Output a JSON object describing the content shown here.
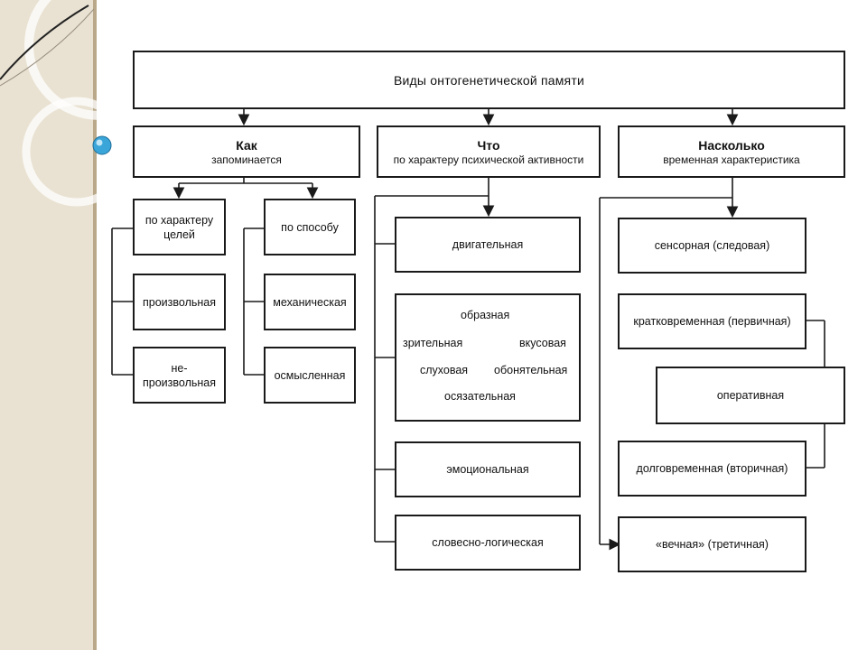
{
  "title": "Виды онтогенетической памяти",
  "columns": {
    "how": {
      "title": "Как",
      "subtitle": "запоминается"
    },
    "what": {
      "title": "Что",
      "subtitle": "по характеру психической активности"
    },
    "duration": {
      "title": "Насколько",
      "subtitle": "временная характеристика"
    }
  },
  "how_by_goals": {
    "header": "по характеру\nцелей",
    "items": [
      "произвольная",
      "не-\nпроизвольная"
    ]
  },
  "how_by_method": {
    "header": "по способу",
    "items": [
      "механическая",
      "осмысленная"
    ]
  },
  "what_items": {
    "motor": "двигательная",
    "imaginative": {
      "title": "образная",
      "subtypes": [
        "зрительная",
        "слуховая",
        "осязательная",
        "обонятельная",
        "вкусовая"
      ]
    },
    "emotional": "эмоциональная",
    "verbal_logical": "словесно-логическая"
  },
  "duration_items": {
    "sensory": "сенсорная (следовая)",
    "short_term": "кратковременная (первичная)",
    "operative": "оперативная",
    "long_term": "долговременная (вторичная)",
    "eternal": "«вечная» (третичная)"
  }
}
